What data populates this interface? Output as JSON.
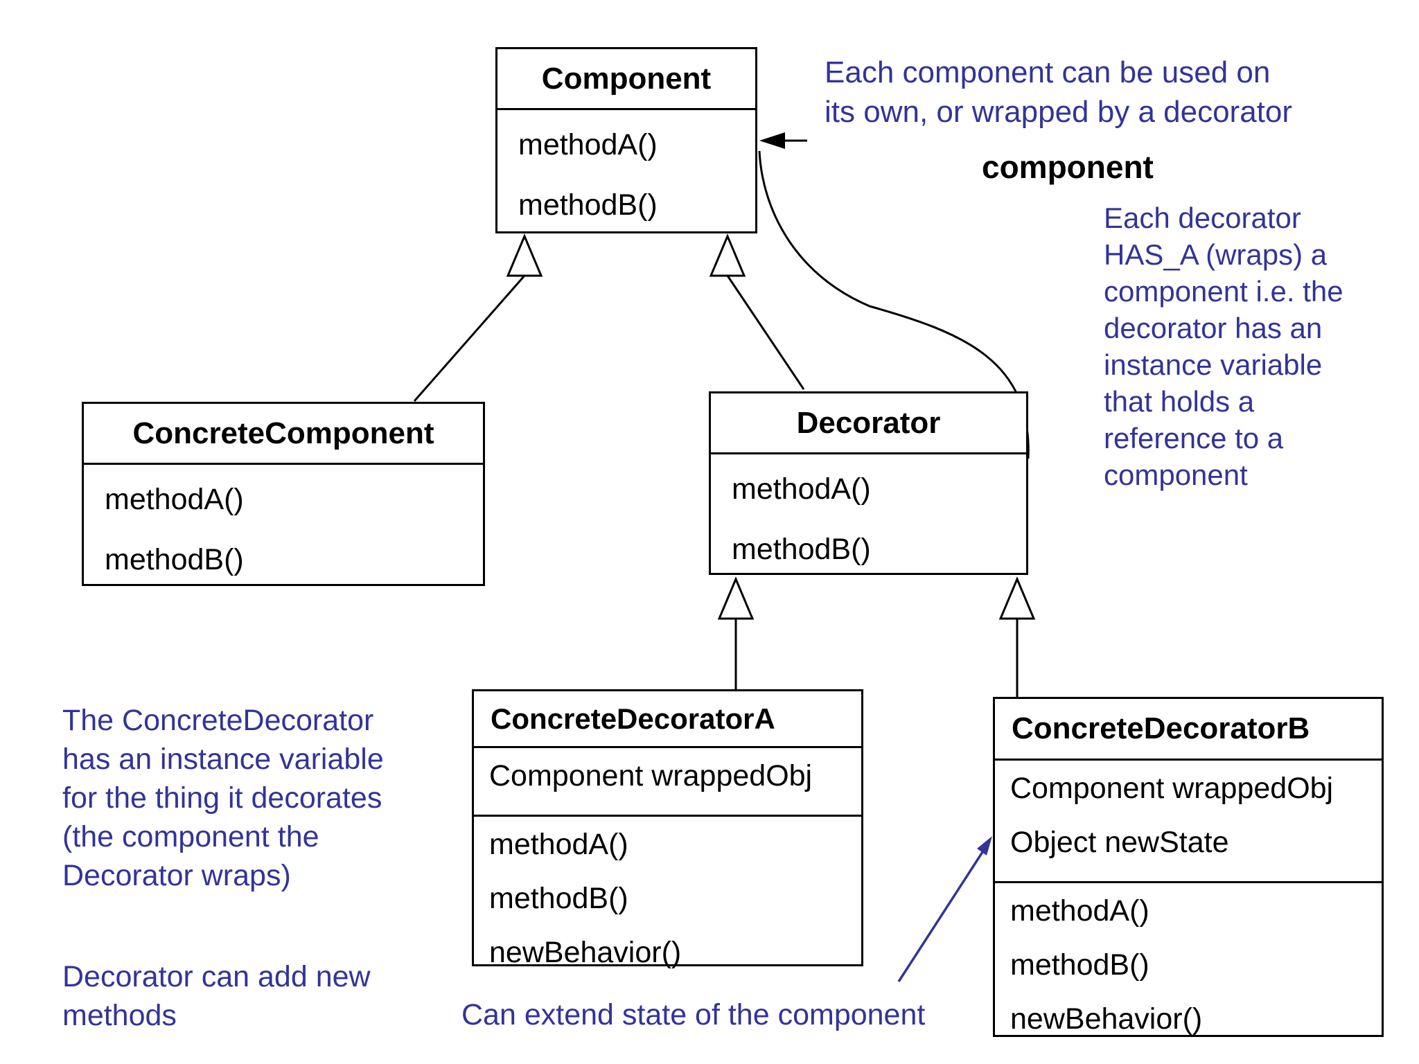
{
  "classes": {
    "component": {
      "title": "Component",
      "methods": [
        "methodA()",
        "methodB()"
      ]
    },
    "concrete_component": {
      "title": "ConcreteComponent",
      "methods": [
        "methodA()",
        "methodB()"
      ]
    },
    "decorator": {
      "title": "Decorator",
      "methods": [
        "methodA()",
        "methodB()"
      ]
    },
    "concrete_decorator_a": {
      "title": "ConcreteDecoratorA",
      "fields": [
        "Component wrappedObj"
      ],
      "methods": [
        "methodA()",
        "methodB()",
        "newBehavior()"
      ]
    },
    "concrete_decorator_b": {
      "title": "ConcreteDecoratorB",
      "fields": [
        "Component wrappedObj",
        "Object newState"
      ],
      "methods": [
        "methodA()",
        "methodB()",
        "newBehavior()"
      ]
    }
  },
  "annotations": {
    "top_right": [
      "Each component can be used on",
      "its own, or wrapped by a decorator"
    ],
    "component_ref_label": "component",
    "has_a_note": [
      "Each decorator",
      "HAS_A (wraps) a",
      "component i.e. the",
      "decorator has an",
      "instance variable",
      "that holds a",
      "reference to a",
      "component"
    ],
    "concrete_decorator_note": [
      "The ConcreteDecorator",
      "has an instance variable",
      "for the thing it decorates",
      "(the component the",
      "Decorator wraps)"
    ],
    "add_methods_note": [
      "Decorator can add new",
      "methods"
    ],
    "extend_state_note": "Can extend state of the component"
  },
  "colors": {
    "annotation_blue": "#333399",
    "line_black": "#000000",
    "box_fill": "#ffffff"
  }
}
